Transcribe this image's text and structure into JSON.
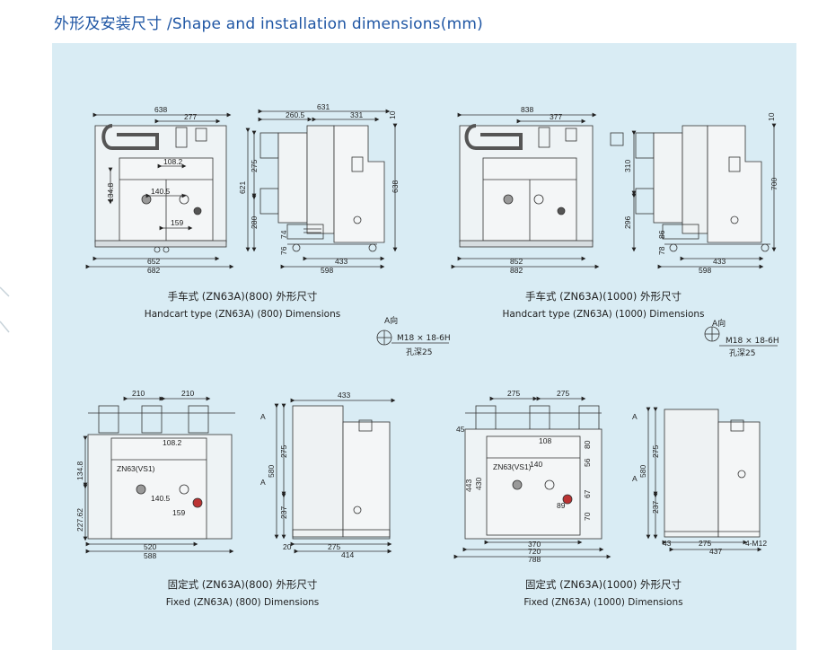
{
  "page": {
    "title": "外形及安装尺寸 /Shape and installation dimensions(mm)"
  },
  "figures": [
    {
      "id": "handcart-800",
      "caption_cn": "手车式 (ZN63A)(800) 外形尺寸",
      "caption_en": "Handcart type (ZN63A) (800) Dimensions",
      "front_dims": [
        "638",
        "277",
        "108.2",
        "134.8",
        "140.5",
        "159",
        "652",
        "682"
      ],
      "side_dims": [
        "631",
        "260.5",
        "331",
        "10",
        "275",
        "621",
        "280",
        "638",
        "76",
        "74",
        "433",
        "598"
      ]
    },
    {
      "id": "handcart-1000",
      "caption_cn": "手车式 (ZN63A)(1000) 外形尺寸",
      "caption_en": "Handcart type (ZN63A) (1000) Dimensions",
      "front_dims": [
        "838",
        "377",
        "852",
        "882"
      ],
      "side_dims": [
        "10",
        "310",
        "700",
        "296",
        "78",
        "86",
        "433",
        "598"
      ]
    },
    {
      "id": "fixed-800",
      "caption_cn": "固定式 (ZN63A)(800) 外形尺寸",
      "caption_en": "Fixed (ZN63A) (800) Dimensions",
      "front_dims": [
        "210",
        "210",
        "108.2",
        "134.8",
        "227.62",
        "140.5",
        "159",
        "520",
        "588"
      ],
      "side_dims": [
        "433",
        "275",
        "580",
        "237",
        "20",
        "275",
        "414"
      ]
    },
    {
      "id": "fixed-1000",
      "caption_cn": "固定式 (ZN63A)(1000) 外形尺寸",
      "caption_en": "Fixed (ZN63A) (1000) Dimensions",
      "front_dims": [
        "275",
        "275",
        "45",
        "108",
        "80",
        "140",
        "56",
        "443",
        "430",
        "67",
        "89",
        "70",
        "370",
        "720",
        "788"
      ],
      "side_dims": [
        "275",
        "580",
        "237",
        "43",
        "275",
        "437",
        "4-M12"
      ]
    }
  ],
  "view_a": {
    "label": "A向",
    "thread": "M18 × 18-6H",
    "depth": "孔深25"
  },
  "letters": {
    "a": "A"
  },
  "unit_labels": {
    "vs1": "ZN63(VS1)"
  }
}
